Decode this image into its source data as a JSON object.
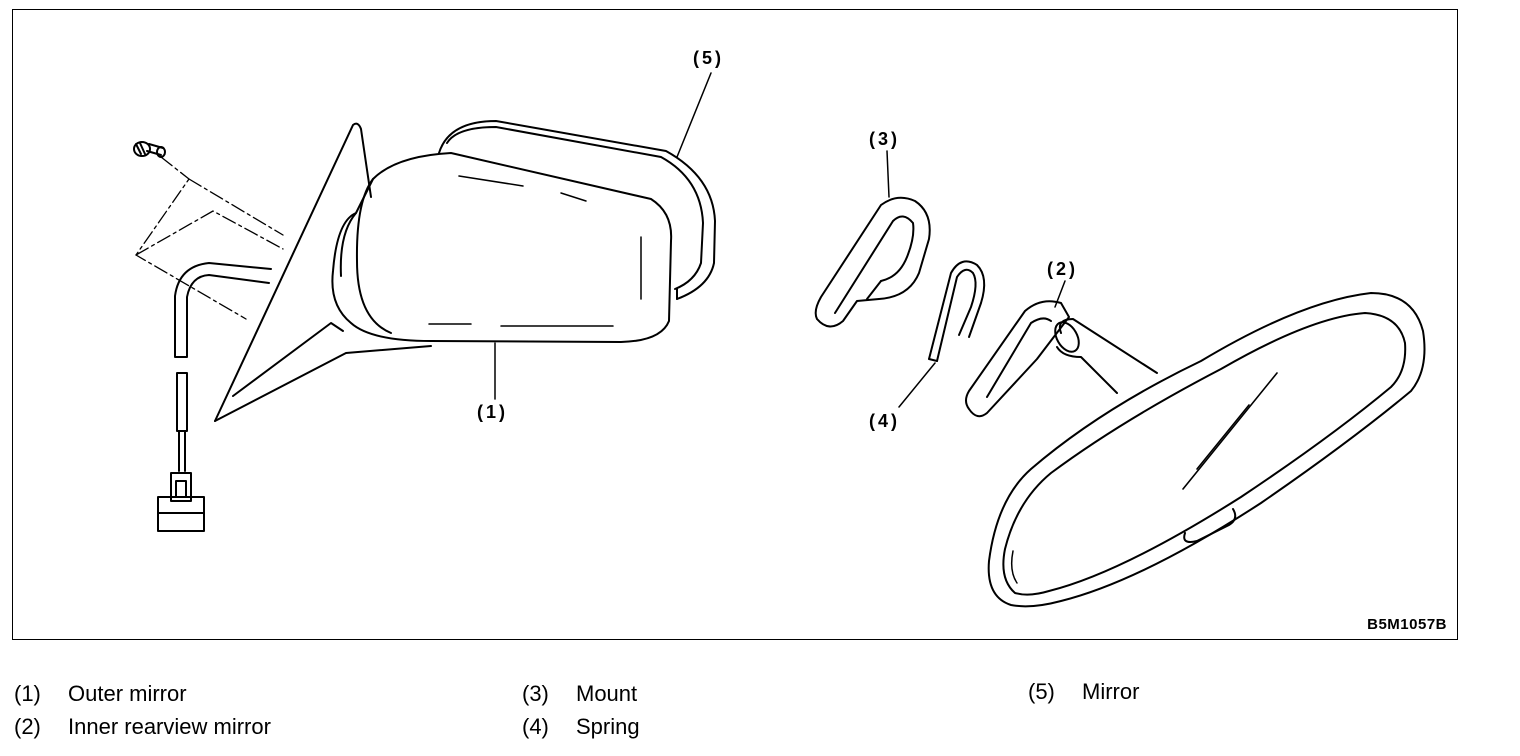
{
  "figure": {
    "code": "B5M1057B",
    "callouts": {
      "c1": "(1)",
      "c2": "(2)",
      "c3": "(3)",
      "c4": "(4)",
      "c5": "(5)"
    },
    "parts": [
      "bolt",
      "outer-mirror-housing",
      "mirror-glass",
      "wiring-harness",
      "connector",
      "mount",
      "spring",
      "inner-rearview-mirror"
    ]
  },
  "legend": [
    {
      "num": "(1)",
      "label": "Outer mirror"
    },
    {
      "num": "(2)",
      "label": "Inner rearview mirror"
    },
    {
      "num": "(3)",
      "label": "Mount"
    },
    {
      "num": "(4)",
      "label": "Spring"
    },
    {
      "num": "(5)",
      "label": "Mirror"
    }
  ]
}
